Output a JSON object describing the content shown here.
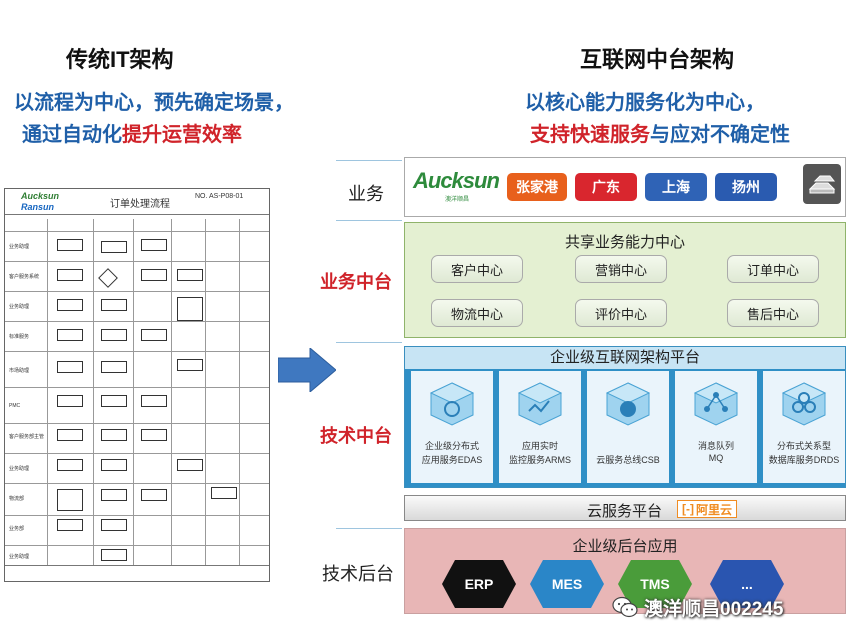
{
  "left": {
    "title": "传统IT架构",
    "line1": "以流程为中心，预先确定场景，",
    "line2_blue": "通过自动化",
    "line2_red": "提升运营效率",
    "document": {
      "logo1": "Aucksun",
      "logo2": "Ransun",
      "title": "订单处理流程",
      "number": "NO. AS-P08-01",
      "row_labels": [
        "业务助理",
        "客户服务系统",
        "业务助理",
        "标准服务",
        "市场助理",
        "PMC",
        "客户服务部主管",
        "业务助理",
        "物流部",
        "业务部",
        "业务助理"
      ]
    }
  },
  "right": {
    "title": "互联网中台架构",
    "line1": "以核心能力服务化为中心，",
    "line2_red": "支持快速服务",
    "line2_blue": "与应对不确定性",
    "rows": {
      "business": "业务",
      "business_mid": "业务中台",
      "tech_mid": "技术中台",
      "tech_back": "技术后台"
    },
    "business": {
      "brand": "Aucksun",
      "brand_sub": "澳洋顺昌",
      "cities": [
        "张家港",
        "广东",
        "上海",
        "扬州"
      ]
    },
    "shared": {
      "title": "共享业务能力中心",
      "centers": [
        "客户中心",
        "营销中心",
        "订单中心",
        "物流中心",
        "评价中心",
        "售后中心"
      ]
    },
    "tech": {
      "title": "企业级互联网架构平台",
      "tiles": [
        {
          "line1": "企业级分布式",
          "line2": "应用服务EDAS"
        },
        {
          "line1": "应用实时",
          "line2": "监控服务ARMS"
        },
        {
          "line1": "",
          "line2": "云服务总线CSB"
        },
        {
          "line1": "消息队列",
          "line2": "MQ"
        },
        {
          "line1": "分布式关系型",
          "line2": "数据库服务DRDS"
        }
      ]
    },
    "cloud": {
      "title": "云服务平台",
      "aliyun": "阿里云"
    },
    "backend": {
      "title": "企业级后台应用",
      "apps": [
        "ERP",
        "MES",
        "TMS",
        "..."
      ]
    }
  },
  "watermark": "澳洋顺昌002245",
  "colors": {
    "city_orange": "#e8601c",
    "city_red": "#d9262e",
    "city_blue1": "#2f63b6",
    "city_blue2": "#2a5bb0",
    "hex_black": "#111111",
    "hex_blue": "#2a86c8",
    "hex_green": "#4a9c3a",
    "hex_navy": "#2a55b0"
  }
}
